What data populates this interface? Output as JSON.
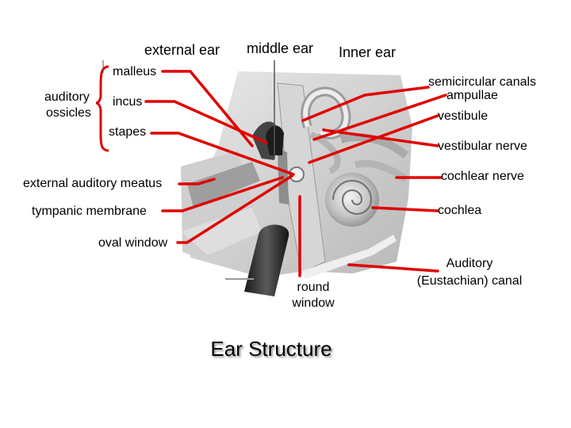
{
  "headers": {
    "external_ear": "external ear",
    "middle_ear": "middle ear",
    "inner_ear": "Inner ear"
  },
  "labels": {
    "malleus": "malleus",
    "auditory_ossicles_1": "auditory",
    "auditory_ossicles_2": "ossicles",
    "incus": "incus",
    "stapes": "stapes",
    "external_auditory_meatus": "external auditory meatus",
    "tympanic_membrane": "tympanic membrane",
    "oval_window": "oval window",
    "round_window_1": "round",
    "round_window_2": "window",
    "semicircular_canals": "semicircular canals",
    "ampullae": "ampullae",
    "vestibule": "vestibule",
    "vestibular_nerve": "vestibular nerve",
    "cochlear_nerve": "cochlear nerve",
    "cochlea": "cochlea",
    "eustachian_1": "Auditory",
    "eustachian_2": "(Eustachian) canal"
  },
  "caption": "Ear Structure",
  "colors": {
    "pointer": "#e00000",
    "brace": "#e00000",
    "divider": "#555555"
  }
}
